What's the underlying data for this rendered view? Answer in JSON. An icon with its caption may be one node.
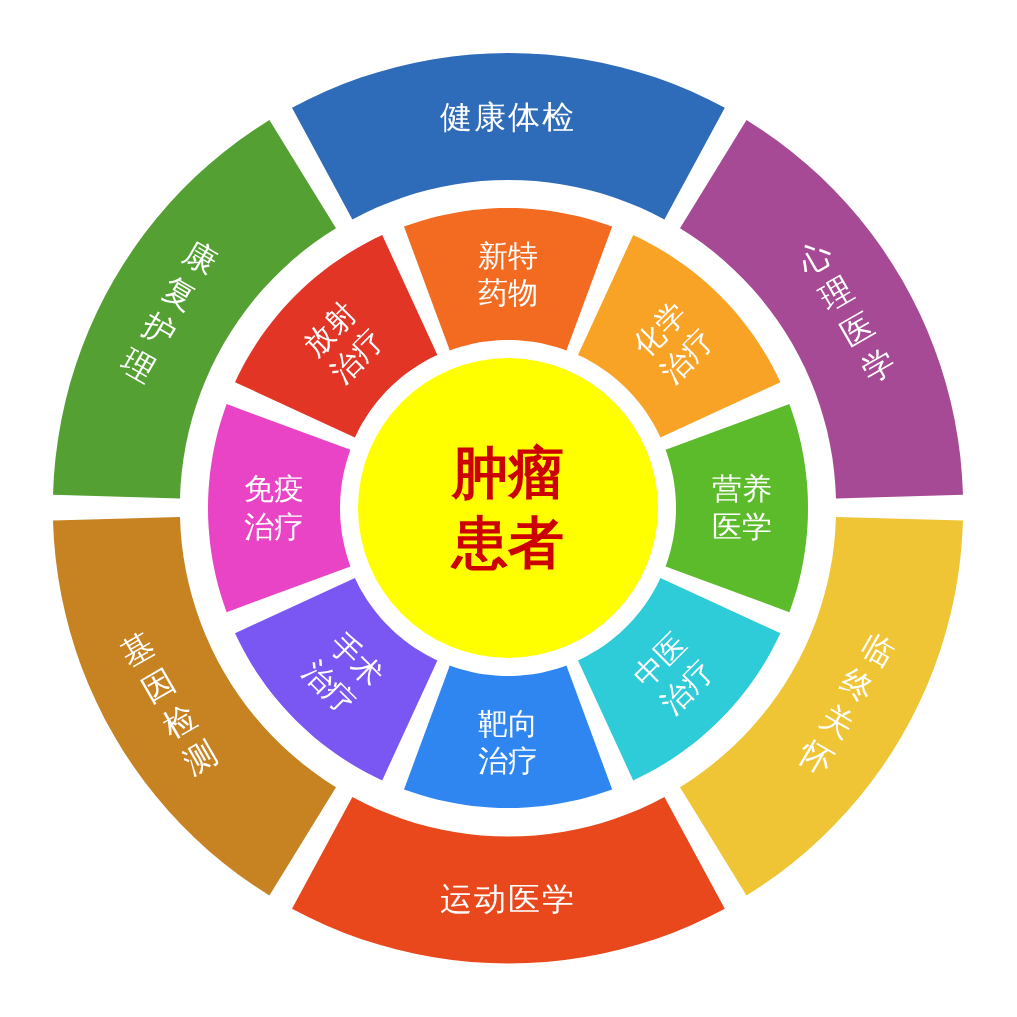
{
  "diagram": {
    "nodes": [
      {
        "text": [
          "肿瘤患者"
        ]
      },
      {
        "text": [
          "新特药物"
        ]
      },
      {
        "text": [
          "化学治疗"
        ]
      },
      {
        "text": [
          "营养医学"
        ]
      },
      {
        "text": [
          "中医治疗"
        ]
      },
      {
        "text": [
          "靶向治疗"
        ]
      },
      {
        "text": [
          "手术治疗"
        ]
      },
      {
        "text": [
          "免疫治疗"
        ]
      },
      {
        "text": [
          "放射治疗"
        ]
      },
      {
        "text": [
          "健康体检"
        ]
      },
      {
        "text": [
          "心理医学"
        ]
      },
      {
        "text": [
          "临终关怀"
        ]
      },
      {
        "text": [
          "运动医学"
        ]
      },
      {
        "text": [
          "基因检测"
        ]
      },
      {
        "text": [
          "康复护理"
        ]
      }
    ]
  }
}
